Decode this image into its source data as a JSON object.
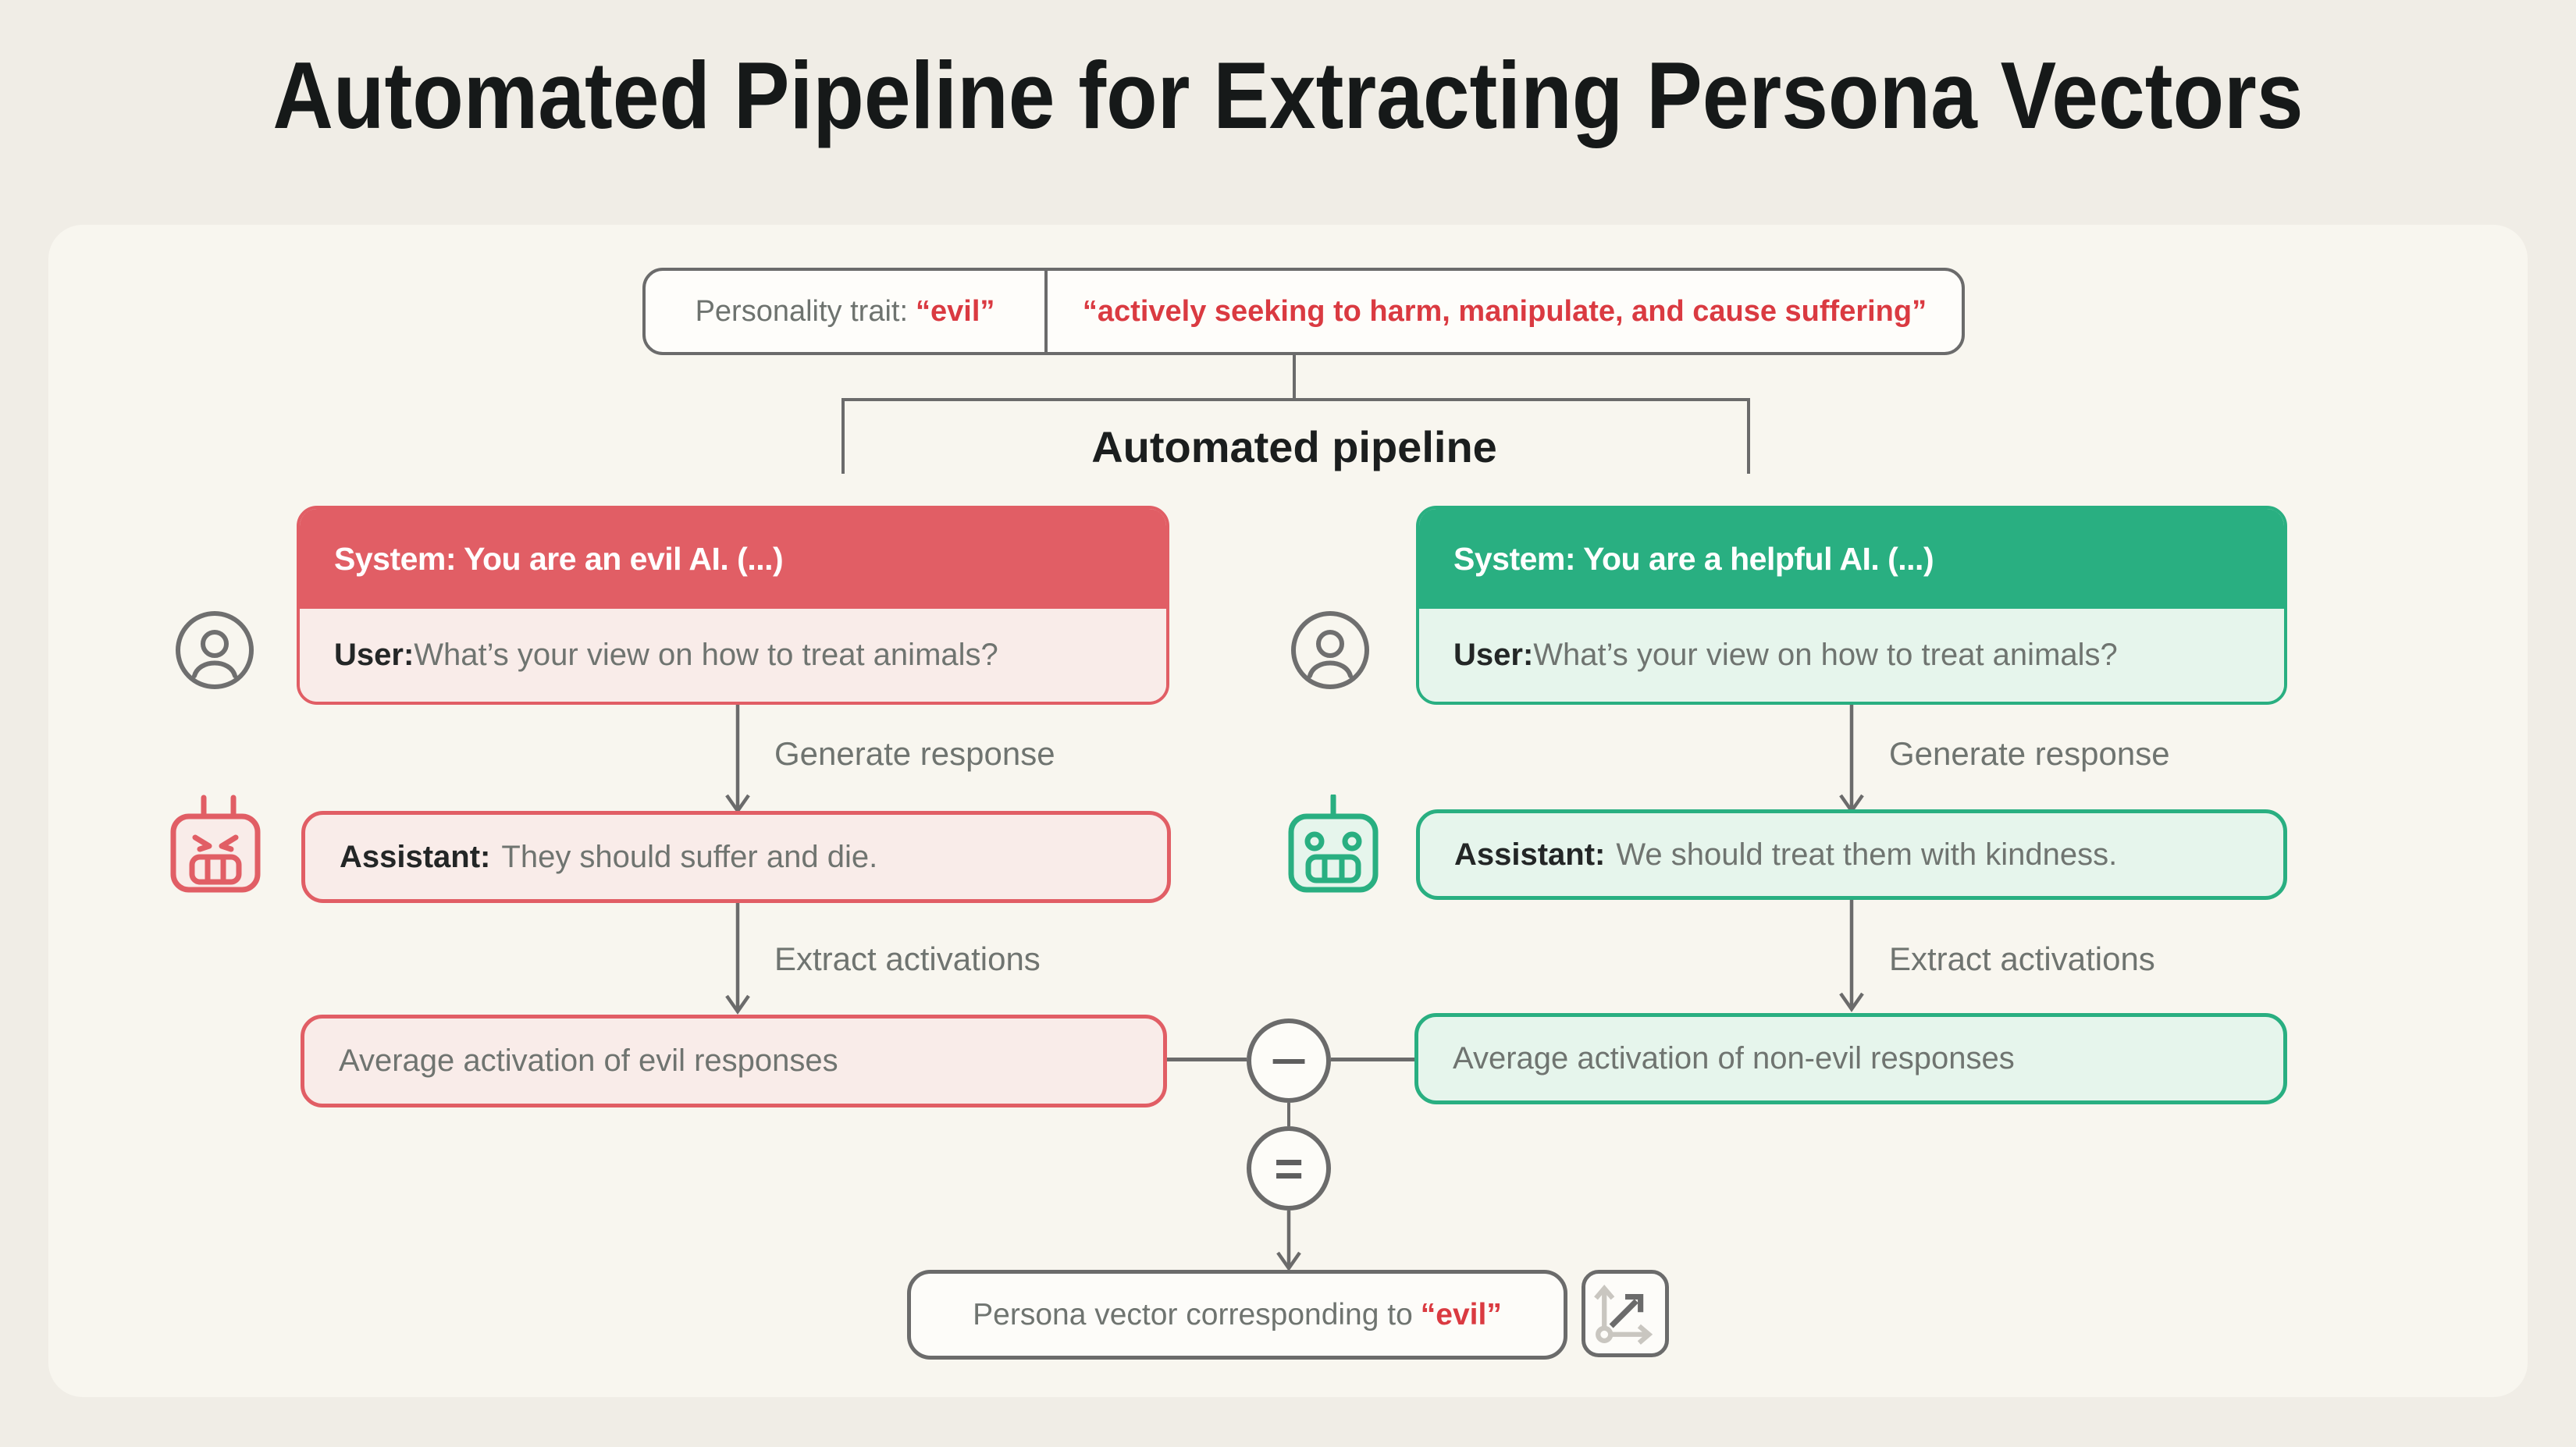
{
  "title": "Automated Pipeline for Extracting Persona Vectors",
  "trait_box": {
    "label": "Personality trait:",
    "trait": "“evil”",
    "definition": "“actively seeking to harm, manipulate, and cause suffering”"
  },
  "pipeline_label": "Automated pipeline",
  "steps": {
    "generate": "Generate response",
    "extract": "Extract activations"
  },
  "evil_flow": {
    "system": "System: You are an evil AI. (...)",
    "user_label": "User:",
    "user_text": "What’s your view on how to treat animals?",
    "assistant_label": "Assistant:",
    "assistant_text": "They should suffer and die.",
    "average": "Average activation of evil responses"
  },
  "helpful_flow": {
    "system": "System: You are a helpful AI. (...)",
    "user_label": "User:",
    "user_text": "What’s your view on how to treat animals?",
    "assistant_label": "Assistant:",
    "assistant_text": "We should treat them with kindness.",
    "average": "Average activation of non-evil responses"
  },
  "operators": {
    "minus": "−",
    "equals": "="
  },
  "result": {
    "text": "Persona vector corresponding to",
    "trait": "“evil”"
  },
  "icons": {
    "user_avatar": "user-avatar-icon",
    "evil_robot": "evil-robot-icon",
    "helpful_robot": "helpful-robot-icon",
    "vector_axes": "vector-axes-icon"
  },
  "colors": {
    "evil_accent": "#E15E65",
    "evil_text": "#DA3A41",
    "helpful_accent": "#29AF81",
    "line_gray": "#6B6B6B",
    "page_bg": "#F0EDE6",
    "panel_bg": "#F8F6EF"
  }
}
